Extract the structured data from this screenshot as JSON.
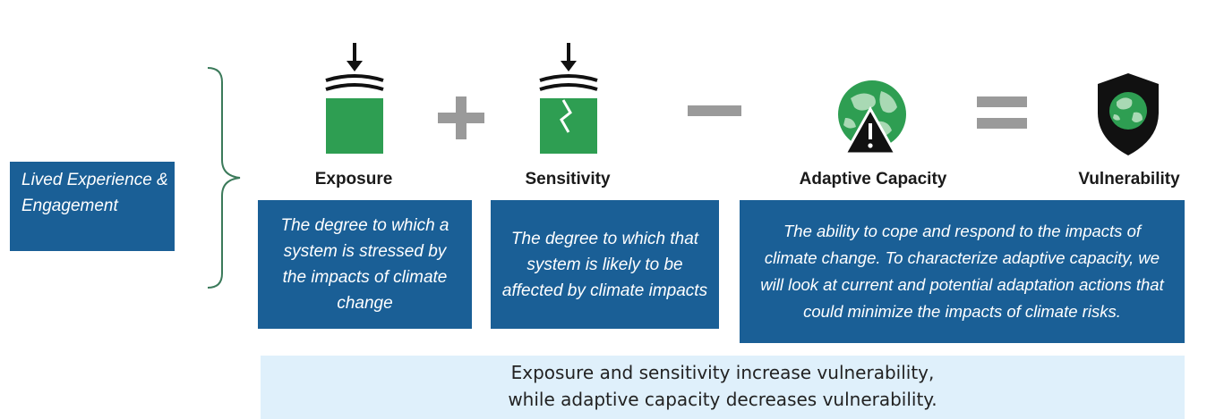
{
  "lived_box": {
    "text": "Lived Experience & Engagement"
  },
  "terms": [
    {
      "title": "Exposure",
      "description": "The degree to which a system is stressed by the impacts of climate change"
    },
    {
      "title": "Sensitivity",
      "description": "The degree to which that system is likely to be affected by climate impacts"
    },
    {
      "title": "Adaptive Capacity",
      "description": "The ability to cope and respond to the impacts of climate change. To characterize adaptive capacity, we will look at current and potential adaptation actions that could minimize the impacts of climate risks."
    },
    {
      "title": "Vulnerability"
    }
  ],
  "operators": [
    "plus",
    "minus",
    "equals"
  ],
  "summary": {
    "line1": "Exposure and sensitivity increase vulnerability,",
    "line2": "while adaptive capacity decreases vulnerability."
  },
  "colors": {
    "box_blue": "#1a5f96",
    "icon_green": "#2e9e52",
    "operator_gray": "#9a9a9a",
    "brace_green": "#3b7a5a",
    "summary_bg": "#dff0fb"
  },
  "icons": [
    "compression-arrow-icon",
    "cracked-block-icon",
    "globe-warning-icon",
    "shield-globe-icon"
  ]
}
